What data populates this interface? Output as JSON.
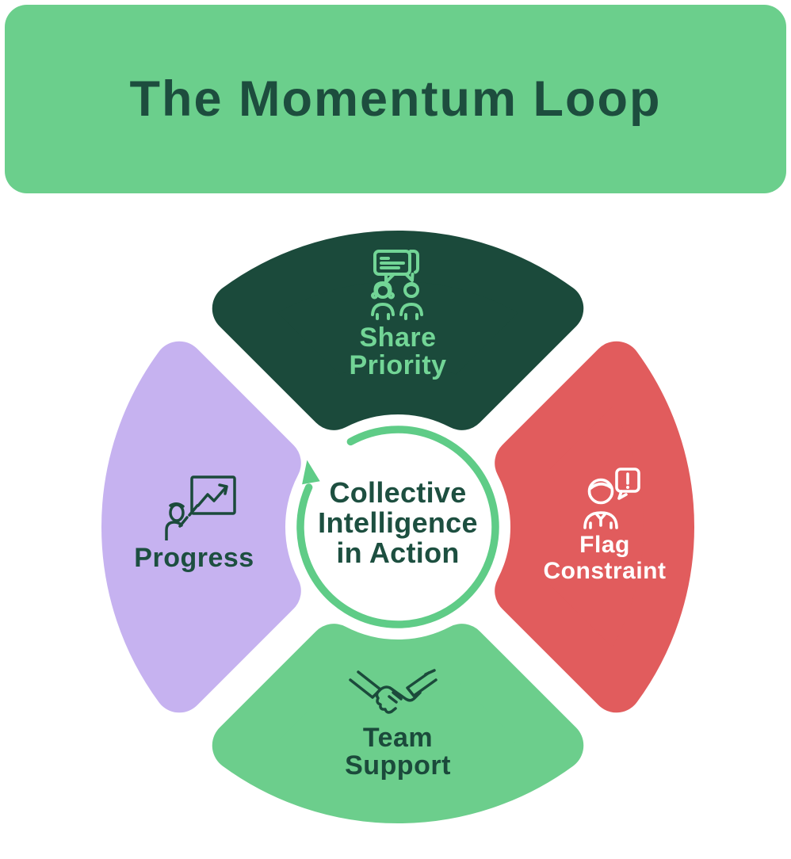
{
  "header": {
    "title": "The Momentum Loop"
  },
  "center": {
    "lines": [
      "Collective",
      "Intelligence",
      "in Action"
    ],
    "loop_direction": "clockwise"
  },
  "petals": [
    {
      "name": "Share Priority",
      "lines": [
        "Share",
        "Priority"
      ],
      "position": "top",
      "color": "#1B4A3B",
      "text_color": "#72D596",
      "icon": "conversation-icon"
    },
    {
      "name": "Flag Constraint",
      "lines": [
        "Flag",
        "Constraint"
      ],
      "position": "right",
      "color": "#E15C5D",
      "text_color": "#FFFFFF",
      "icon": "person-alert-icon"
    },
    {
      "name": "Team Support",
      "lines": [
        "Team",
        "Support"
      ],
      "position": "bottom",
      "color": "#6CCE8C",
      "text_color": "#1B4A3B",
      "icon": "handshake-icon"
    },
    {
      "name": "Progress",
      "lines": [
        "Progress"
      ],
      "position": "left",
      "color": "#C6B2F0",
      "text_color": "#1D4F40",
      "icon": "presentation-chart-icon"
    }
  ],
  "colors": {
    "banner_green": "#6BCF8C",
    "dark_green": "#1B4A3B",
    "heading_text": "#1D4D3E",
    "light_green_text": "#72D596",
    "red": "#E15C5D",
    "purple": "#C6B2F0",
    "ring_green": "#5FCC87",
    "background": "#FFFFFF"
  }
}
